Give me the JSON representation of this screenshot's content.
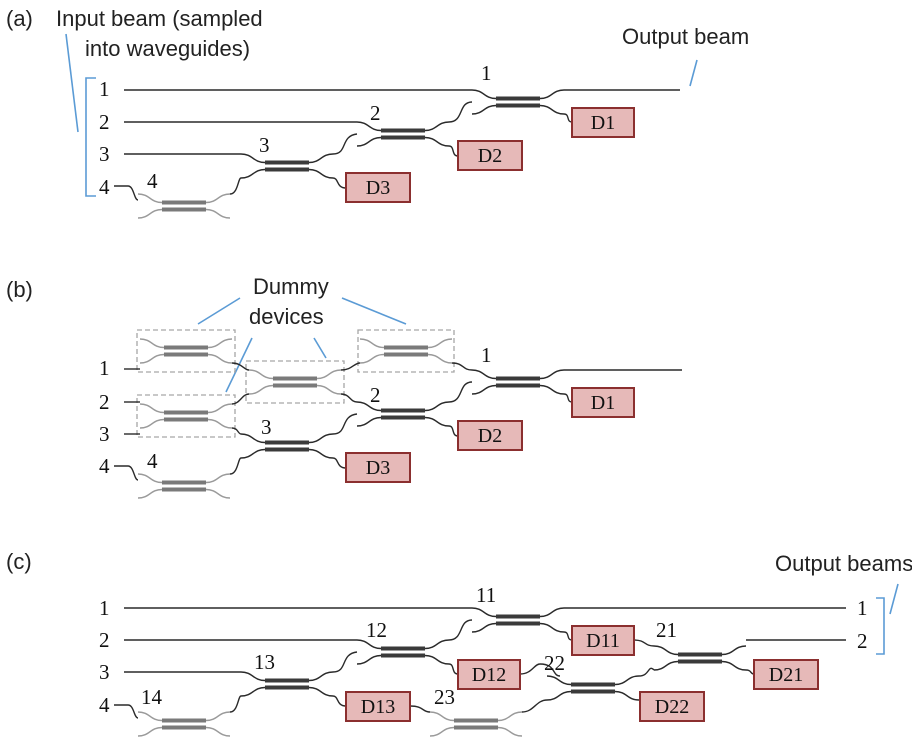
{
  "colors": {
    "detector_fill": "#e6b9b8",
    "detector_stroke": "#8b2f2f",
    "annotation_line": "#5b9bd5",
    "waveguide": "#2a2a2a",
    "inactive_waveguide": "#9a9a9a",
    "dummy_box": "#a6a6a6"
  },
  "panel_a": {
    "label": "(a)",
    "input_note_1": "Input beam (sampled",
    "input_note_2": "into waveguides)",
    "output_note": "Output beam",
    "inputs": [
      "1",
      "2",
      "3",
      "4"
    ],
    "couplers": [
      "1",
      "2",
      "3",
      "4"
    ],
    "detectors": [
      "D1",
      "D2",
      "D3"
    ]
  },
  "panel_b": {
    "label": "(b)",
    "dummy_note_1": "Dummy",
    "dummy_note_2": "devices",
    "inputs": [
      "1",
      "2",
      "3",
      "4"
    ],
    "couplers": [
      "1",
      "2",
      "3",
      "4"
    ],
    "detectors": [
      "D1",
      "D2",
      "D3"
    ]
  },
  "panel_c": {
    "label": "(c)",
    "output_note": "Output beams",
    "inputs": [
      "1",
      "2",
      "3",
      "4"
    ],
    "outputs": [
      "1",
      "2"
    ],
    "couplers": [
      "11",
      "12",
      "13",
      "14",
      "21",
      "22",
      "23"
    ],
    "detectors": [
      "D11",
      "D12",
      "D13",
      "D21",
      "D22"
    ]
  }
}
